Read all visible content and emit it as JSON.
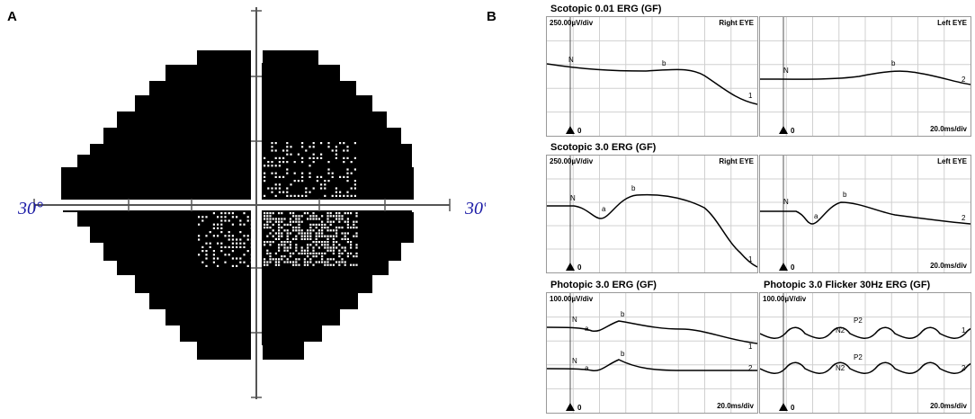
{
  "panel_a": {
    "letter": "A",
    "left_degree_label": "30°",
    "right_degree_label": "30°",
    "label_color": "#1a1aa6"
  },
  "panel_b": {
    "letter": "B",
    "plots": [
      {
        "title": "Scotopic 0.01 ERG (GF)",
        "scale": "250.00µV/div",
        "eye": "Right EYE",
        "time_scale": "",
        "trace_numbers": [
          "1"
        ],
        "markers": [
          "N",
          "b"
        ],
        "stim_label": "0"
      },
      {
        "title": "",
        "scale": "",
        "eye": "Left EYE",
        "time_scale": "20.0ms/div",
        "trace_numbers": [
          "2"
        ],
        "markers": [
          "N",
          "b"
        ],
        "stim_label": "0"
      },
      {
        "title": "Scotopic 3.0 ERG (GF)",
        "scale": "250.00µV/div",
        "eye": "Right EYE",
        "time_scale": "",
        "trace_numbers": [
          "1"
        ],
        "markers": [
          "N",
          "a",
          "b"
        ],
        "stim_label": "0"
      },
      {
        "title": "",
        "scale": "",
        "eye": "Left EYE",
        "time_scale": "20.0ms/div",
        "trace_numbers": [
          "2"
        ],
        "markers": [
          "N",
          "a",
          "b"
        ],
        "stim_label": "0"
      },
      {
        "title": "Photopic 3.0 ERG (GF)",
        "scale": "100.00µV/div",
        "eye": "",
        "time_scale": "20.0ms/div",
        "trace_numbers": [
          "1",
          "2"
        ],
        "markers": [
          "N",
          "a",
          "b"
        ],
        "stim_label": "0"
      },
      {
        "title": "Photopic 3.0 Flicker 30Hz ERG (GF)",
        "scale": "100.00µV/div",
        "eye": "",
        "time_scale": "20.0ms/div",
        "trace_numbers": [
          "1",
          "2"
        ],
        "markers": [
          "N2",
          "P2"
        ],
        "stim_label": "0"
      }
    ]
  }
}
